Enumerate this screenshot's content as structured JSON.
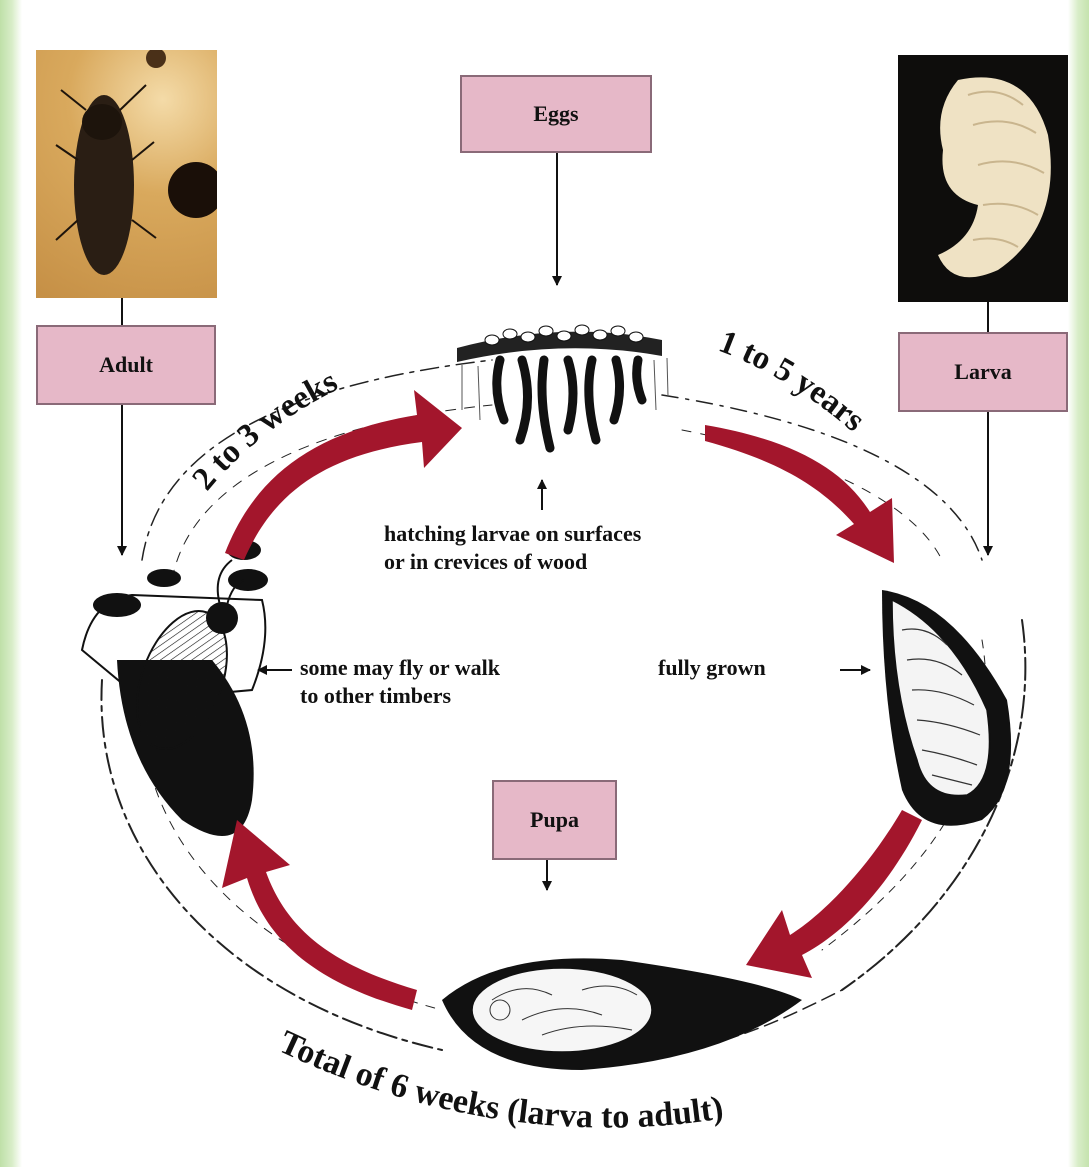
{
  "stages": {
    "eggs": "Eggs",
    "adult": "Adult",
    "larva": "Larva",
    "pupa": "Pupa"
  },
  "durations": {
    "adult_to_eggs": "2 to 3 weeks",
    "eggs_to_larva": "1 to 5 years",
    "total": "Total of 6 weeks (larva to adult)"
  },
  "notes": {
    "hatching_line1": "hatching larvae on surfaces",
    "hatching_line2": "or in crevices of wood",
    "fly_line1": "some may fly or walk",
    "fly_line2": "to other timbers",
    "fully_grown": "fully grown"
  },
  "colors": {
    "box_fill": "#e6b8c8",
    "arrow_red": "#a3162c",
    "ink": "#111111"
  },
  "icons": [
    "beetle-photo",
    "larva-photo",
    "egg-burrow-illustration",
    "adult-beetle-illustration",
    "larva-illustration",
    "pupa-illustration"
  ]
}
